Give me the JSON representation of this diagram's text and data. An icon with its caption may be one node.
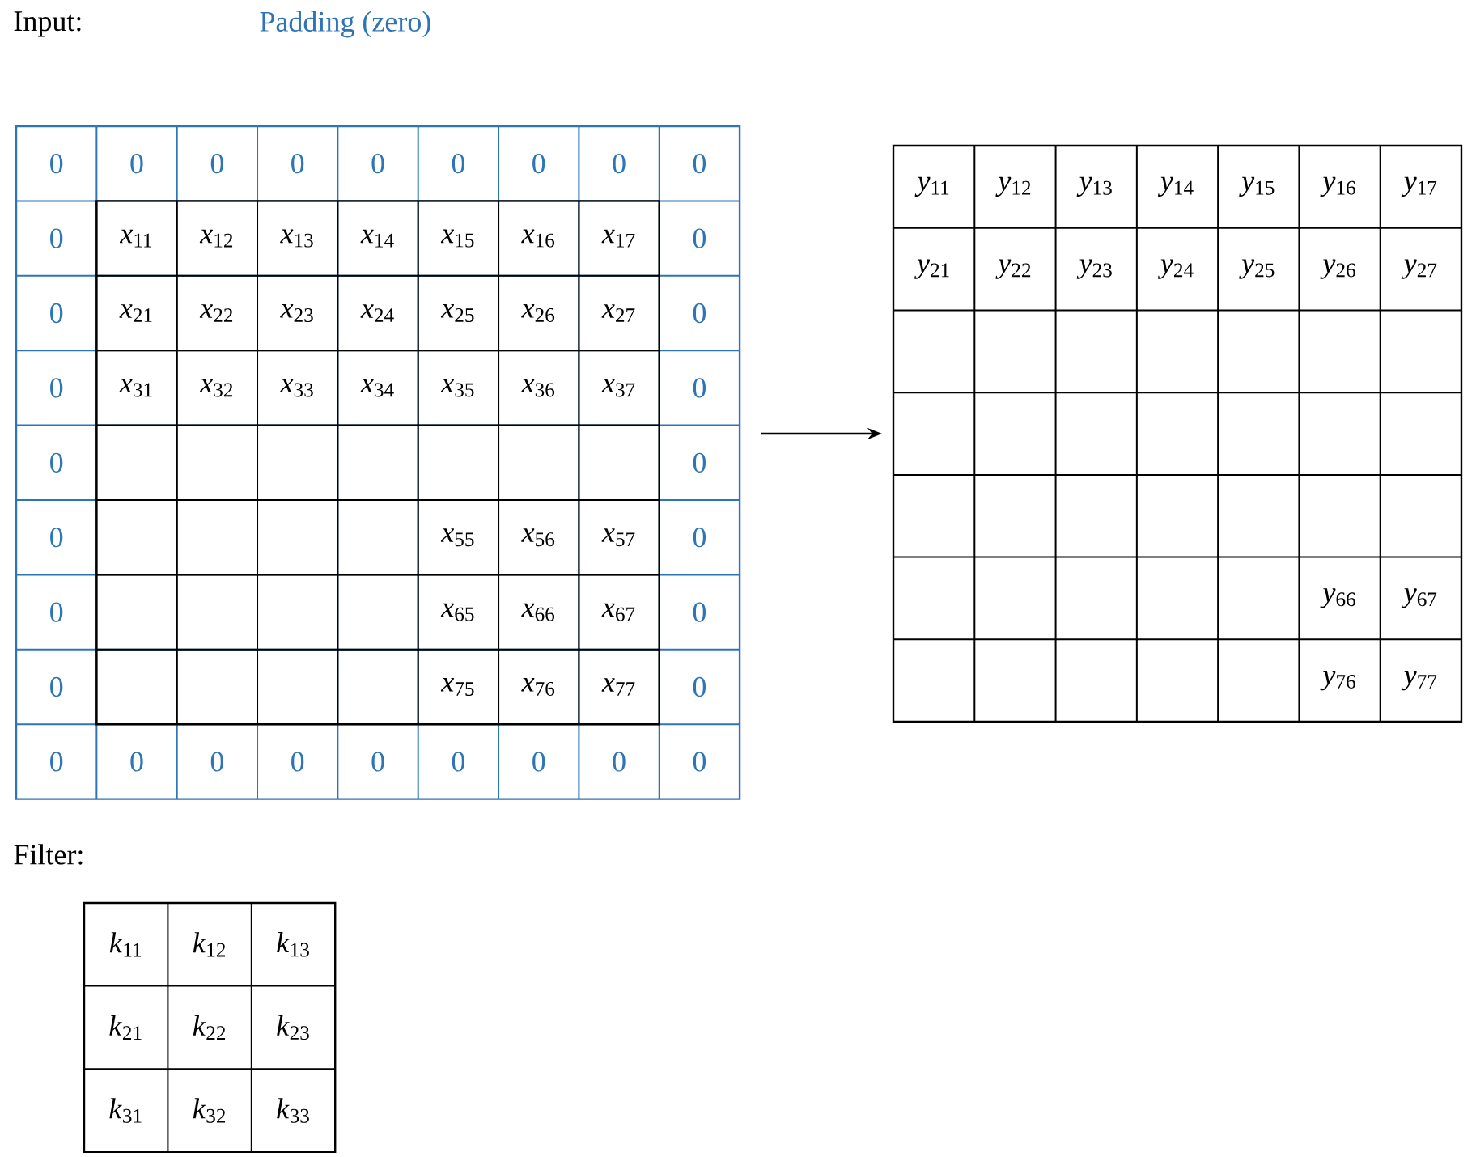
{
  "diagram": {
    "nodes": [
      {
        "text": [
          "Input:"
        ],
        "beside": [
          "Padding (zero)"
        ]
      },
      {
        "text": [],
        "shape": "box"
      },
      {
        "text": [
          "Filter:"
        ]
      }
    ],
    "edges": [
      {
        "from": 0,
        "to": 1,
        "arrow": "to"
      }
    ],
    "labels": [
      "0",
      "0",
      "0",
      "0",
      "0",
      "0",
      "0",
      "0",
      "0",
      "0",
      "*x*$_{11}$",
      "*x*$_{12}$",
      "*x*$_{13}$",
      "*x*$_{14}$",
      "*x*$_{15}$",
      "*x*$_{16}$",
      "*x*$_{17}$",
      "0",
      "0",
      "*x*$_{21}$",
      "*x*$_{22}$",
      "*x*$_{23}$",
      "*x*$_{24}$",
      "*x*$_{25}$",
      "*x*$_{26}$",
      "*x*$_{27}$",
      "0",
      "0",
      "*x*$_{31}$",
      "*x*$_{32}$",
      "*x*$_{33}$",
      "*x*$_{34}$",
      "*x*$_{35}$",
      "*x*$_{36}$",
      "*x*$_{37}$",
      "0",
      "0",
      "0",
      "0",
      "*x*$_{55}$",
      "*x*$_{56}$",
      "*x*$_{57}$",
      "0",
      "0",
      "*x*$_{65}$",
      "*x*$_{66}$",
      "*x*$_{67}$",
      "0",
      "0",
      "*x*$_{75}$",
      "*x*$_{76}$",
      "*x*$_{77}$",
      "0",
      "0",
      "0",
      "0",
      "0",
      "0",
      "0",
      "0",
      "0",
      "0",
      "*y*$_{11}$",
      "*y*$_{12}$",
      "*y*$_{13}$",
      "*y*$_{14}$",
      "*y*$_{15}$",
      "*y*$_{16}$",
      "*y*$_{17}$",
      "*y*$_{21}$",
      "*y*$_{22}$",
      "*y*$_{23}$",
      "*y*$_{24}$",
      "*y*$_{25}$",
      "*y*$_{26}$",
      "*y*$_{27}$",
      "*y*$_{66}$",
      "*y*$_{67}$",
      "*y*$_{76}$",
      "*y*$_{77}$",
      "*k*$_{11}$",
      "*k*$_{12}$",
      "*k*$_{13}$",
      "*k*$_{21}$",
      "*k*$_{22}$",
      "*k*$_{23}$",
      "*k*$_{31}$",
      "*k*$_{32}$",
      "*k*$_{33}$"
    ]
  }
}
